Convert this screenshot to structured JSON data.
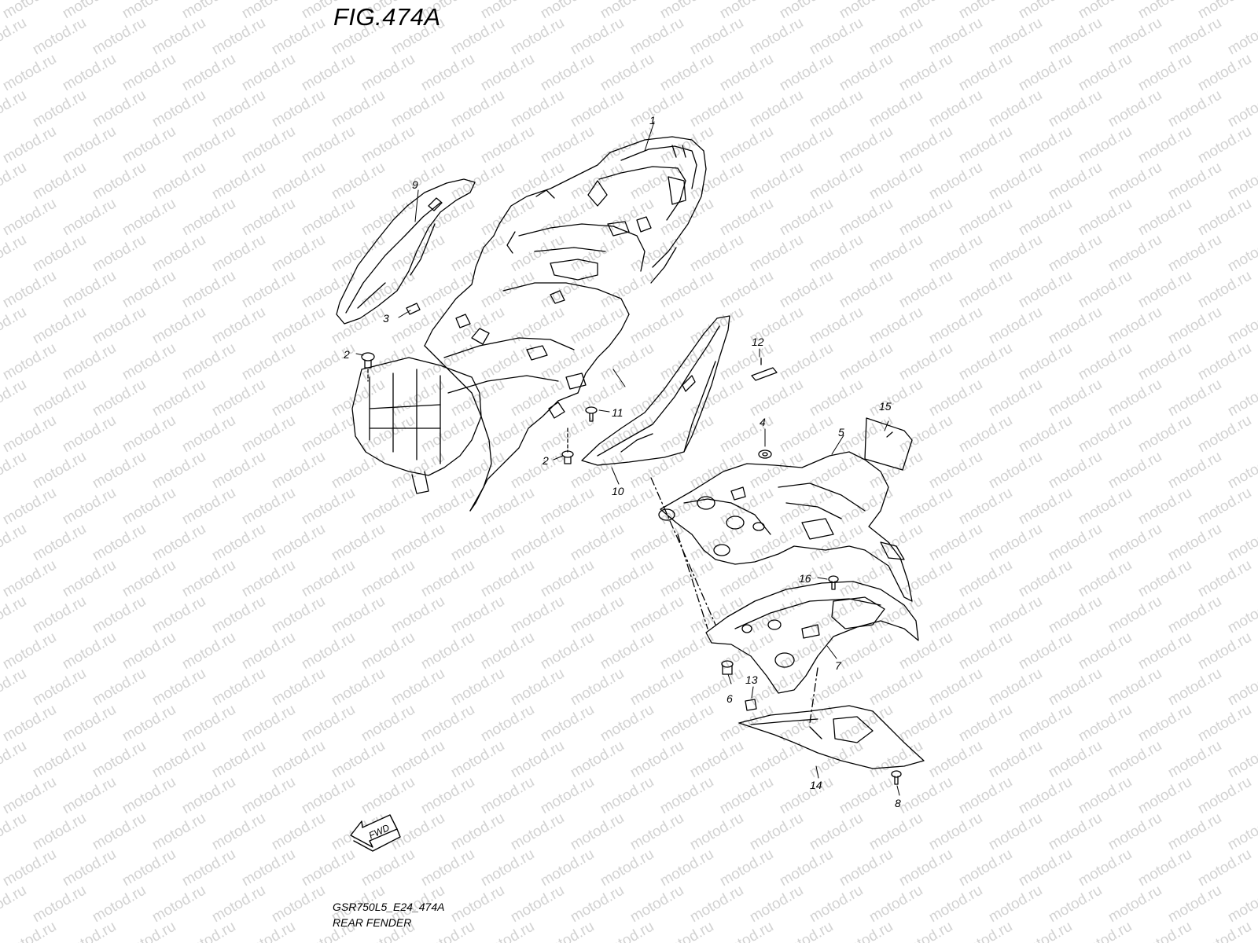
{
  "figure": {
    "title": "FIG.474A"
  },
  "footer": {
    "code": "GSR750L5_E24_474A",
    "name": "REAR FENDER"
  },
  "watermark": "motod.ru",
  "fwd_arrow": {
    "label": "FWD"
  },
  "callouts": [
    "1",
    "2",
    "3",
    "4",
    "5",
    "6",
    "7",
    "8",
    "9",
    "10",
    "11",
    "12",
    "13",
    "14",
    "15",
    "16",
    "2"
  ],
  "colors": {
    "line": "#000000",
    "watermark": "#d2d2d2",
    "background": "#ffffff"
  }
}
